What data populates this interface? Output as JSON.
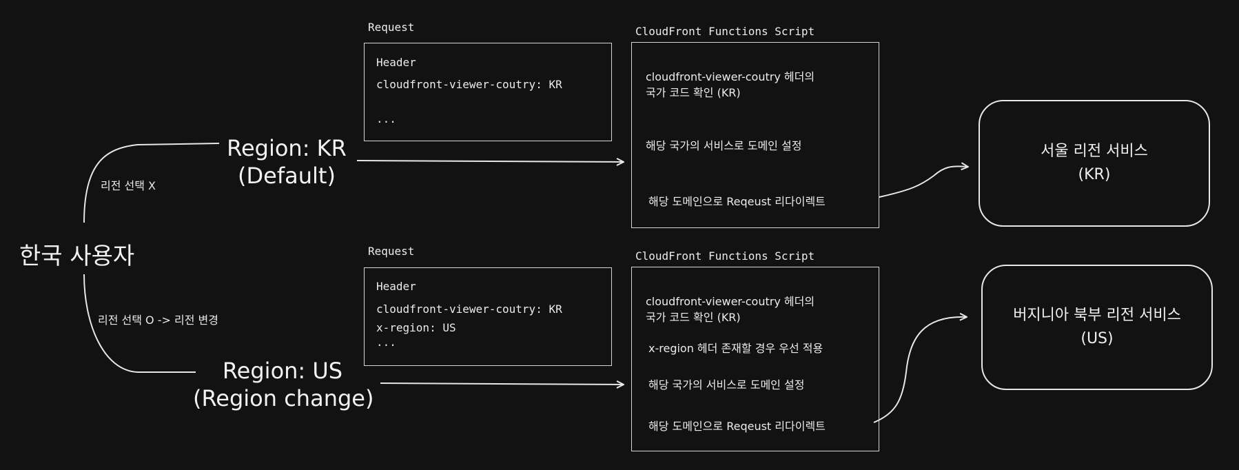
{
  "user": {
    "label": "한국 사용자"
  },
  "edges": {
    "top_label": "리전 선택 X",
    "bottom_label": "리전 선택 O -> 리전 변경"
  },
  "region_kr": {
    "line1": "Region: KR",
    "line2": "(Default)"
  },
  "region_us": {
    "line1": "Region: US",
    "line2": "(Region change)"
  },
  "request_top": {
    "title": "Request",
    "header": "Header",
    "viewer_country": "cloudfront-viewer-coutry: KR",
    "ellipsis": "..."
  },
  "request_bottom": {
    "title": "Request",
    "header": "Header",
    "viewer_country": "cloudfront-viewer-coutry: KR",
    "x_region": "x-region: US",
    "ellipsis": "..."
  },
  "script_top": {
    "title": "CloudFront Functions Script",
    "step1_line1": "cloudfront-viewer-coutry 헤더의",
    "step1_line2": "국가 코드 확인 (KR)",
    "step2": "해당 국가의 서비스로 도메인 설정",
    "step3": "해당 도메인으로 Reqeust 리다이렉트"
  },
  "script_bottom": {
    "title": "CloudFront Functions Script",
    "step1_line1": "cloudfront-viewer-coutry 헤더의",
    "step1_line2": "국가 코드 확인 (KR)",
    "step_priority": "x-region 헤더 존재할 경우 우선 적용",
    "step2": "해당 국가의 서비스로 도메인 설정",
    "step3": "해당 도메인으로 Reqeust 리다이렉트"
  },
  "service_seoul": {
    "line1": "서울 리전 서비스",
    "line2": "(KR)"
  },
  "service_virginia": {
    "line1": "버지니아 북부 리전 서비스",
    "line2": "(US)"
  },
  "colors": {
    "background": "#121212",
    "stroke": "#e8e8e8",
    "header_blue": "#6e9fe6",
    "highlight_red": "#ff6b6b"
  }
}
